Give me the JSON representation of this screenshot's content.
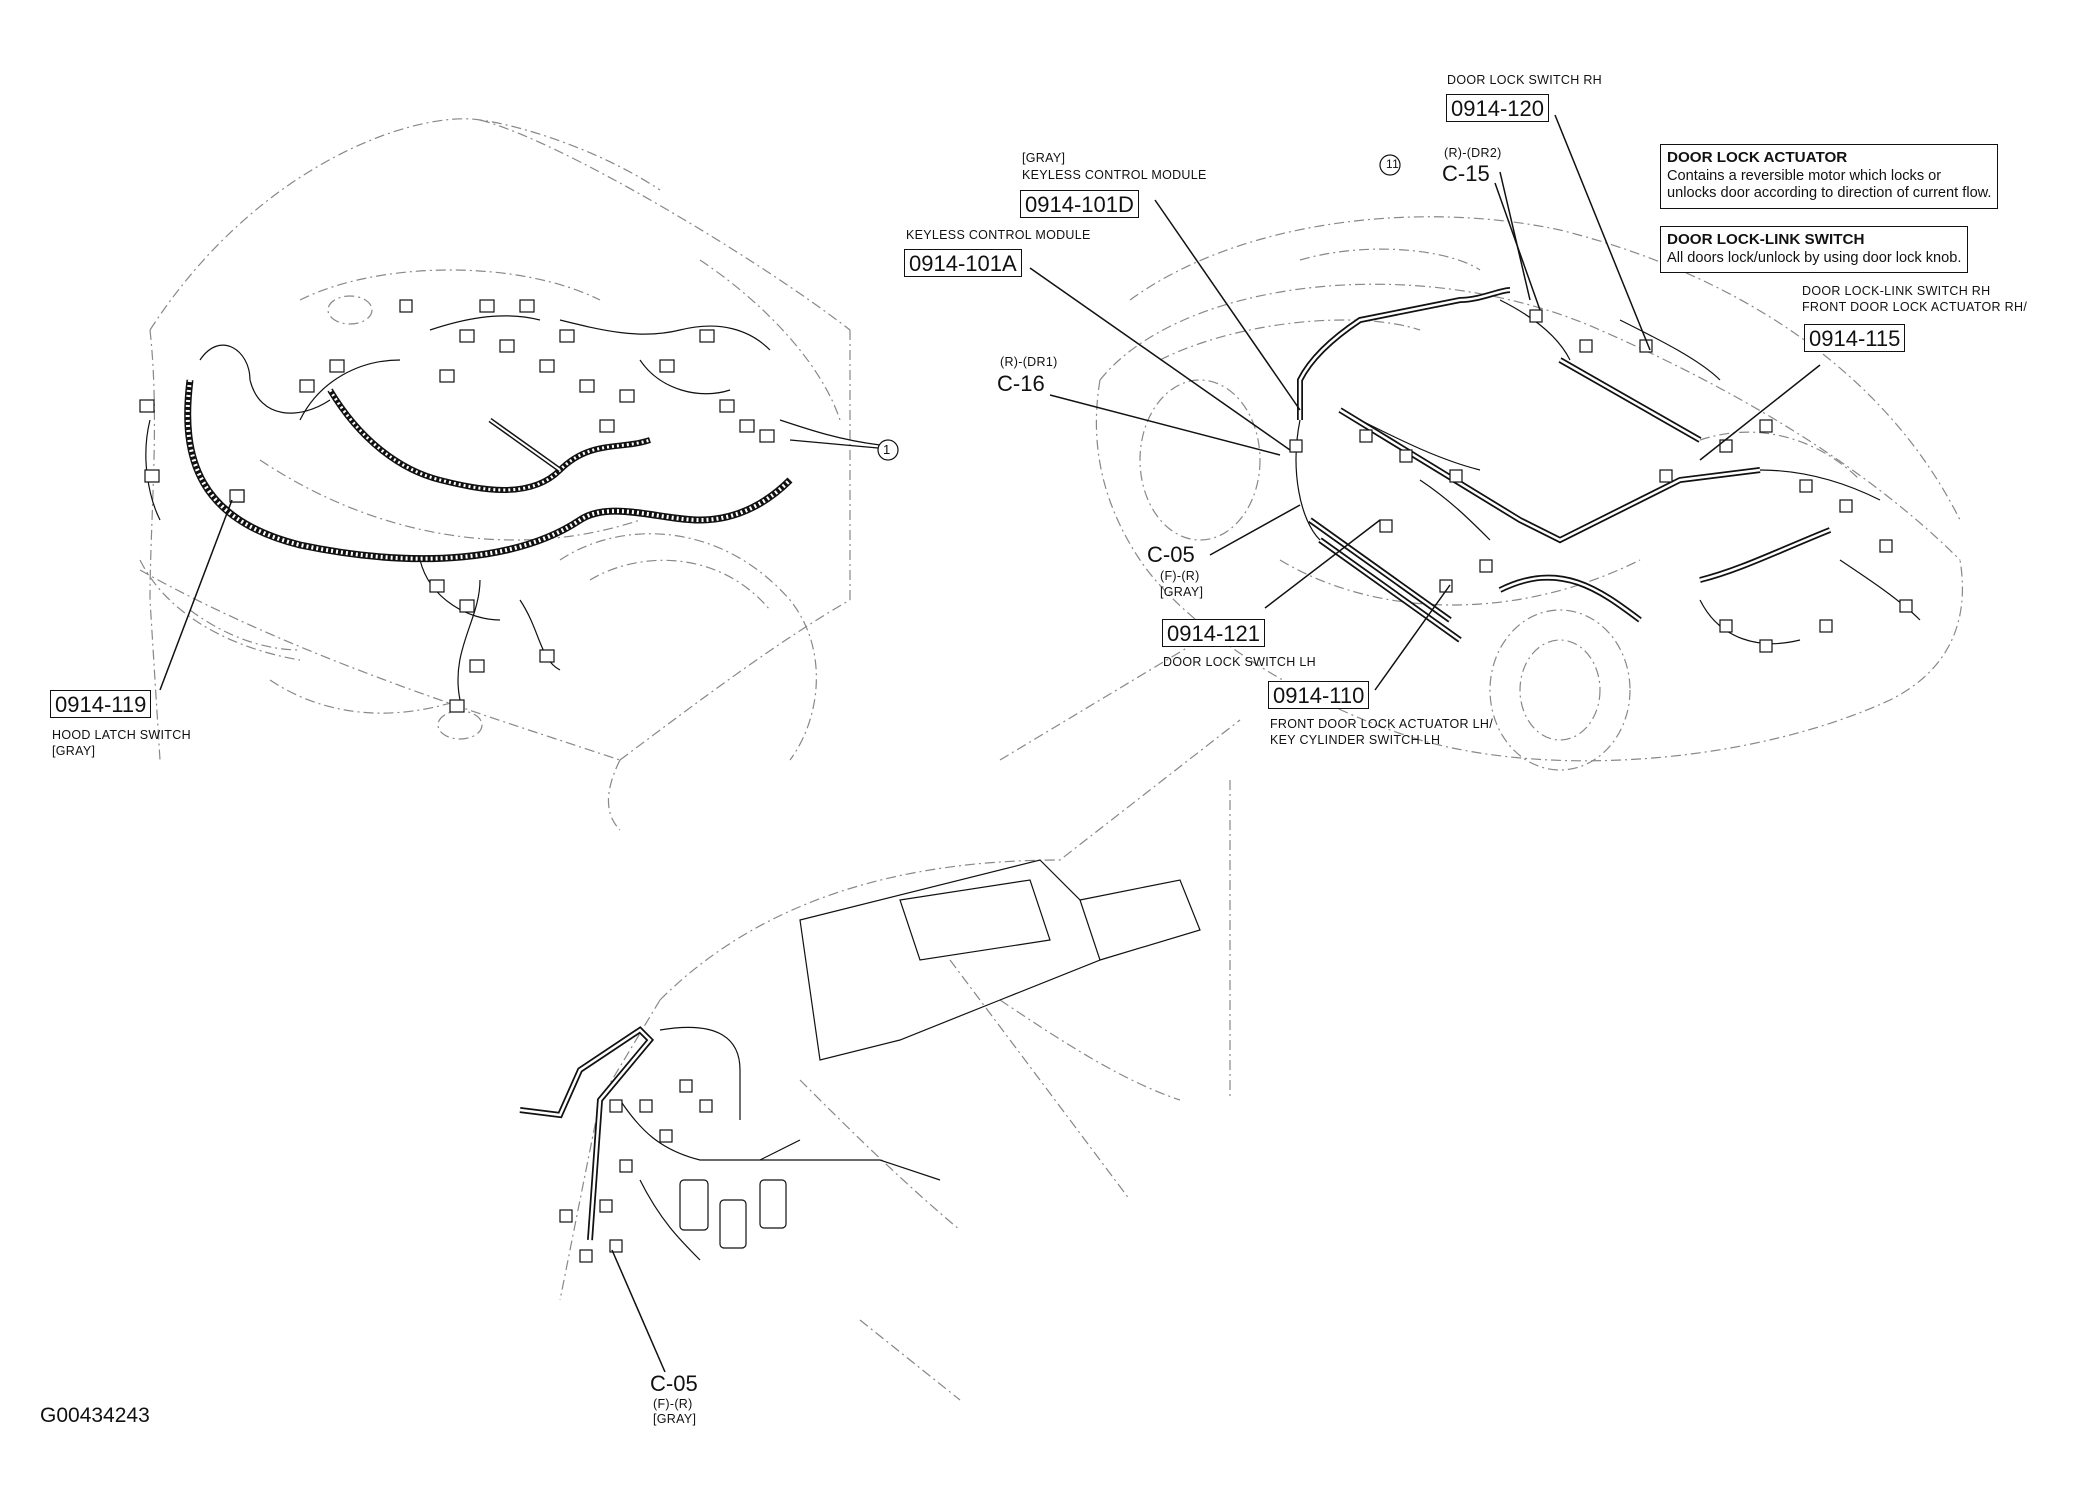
{
  "figure_id": "G00434243",
  "callout_marker": "1",
  "callout_marker_b": "11",
  "hood": {
    "code_119": "0914-119",
    "desc_119": "HOOD LATCH SWITCH",
    "color_119": "[GRAY]"
  },
  "body": {
    "door_lock_switch_rh_title": "DOOR LOCK SWITCH RH",
    "code_120": "0914-120",
    "gray_tag": "[GRAY]",
    "keyless_title_d": "KEYLESS CONTROL MODULE",
    "code_101d": "0914-101D",
    "keyless_title_a": "KEYLESS CONTROL MODULE",
    "code_101a": "0914-101A",
    "c15_pins": "(R)-(DR2)",
    "c15": "C-15",
    "c16_pins": "(R)-(DR1)",
    "c16": "C-16",
    "c05": "C-05",
    "c05_pins": "(F)-(R)",
    "c05_color": "[GRAY]",
    "code_121": "0914-121",
    "desc_121": "DOOR LOCK SWITCH LH",
    "code_110": "0914-110",
    "desc_110_line1": "FRONT DOOR LOCK ACTUATOR LH/",
    "desc_110_line2": "KEY CYLINDER SWITCH LH",
    "desc_115_line1": "DOOR LOCK-LINK SWITCH RH",
    "desc_115_line2": "FRONT DOOR LOCK ACTUATOR RH/",
    "code_115": "0914-115"
  },
  "info_boxes": [
    {
      "title": "DOOR LOCK ACTUATOR",
      "line1": "Contains a reversible motor which locks or",
      "line2": "unlocks door according to direction of current flow."
    },
    {
      "title": "DOOR LOCK-LINK SWITCH",
      "line1": "All doors lock/unlock by using door lock knob."
    }
  ],
  "dash": {
    "c05": "C-05",
    "c05_pins": "(F)-(R)",
    "c05_color": "[GRAY]"
  }
}
